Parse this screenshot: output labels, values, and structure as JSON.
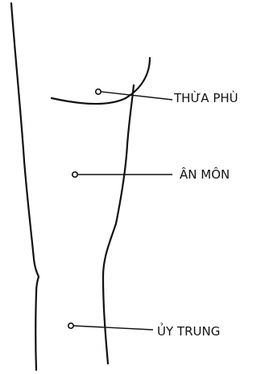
{
  "figure": {
    "background_color": "#ffffff",
    "line_color": "#111111",
    "points": [
      {
        "label": "THỪA PHÙ"
      },
      {
        "label": "ÂN MÔN"
      },
      {
        "label": "ỦY TRUNG"
      }
    ]
  }
}
